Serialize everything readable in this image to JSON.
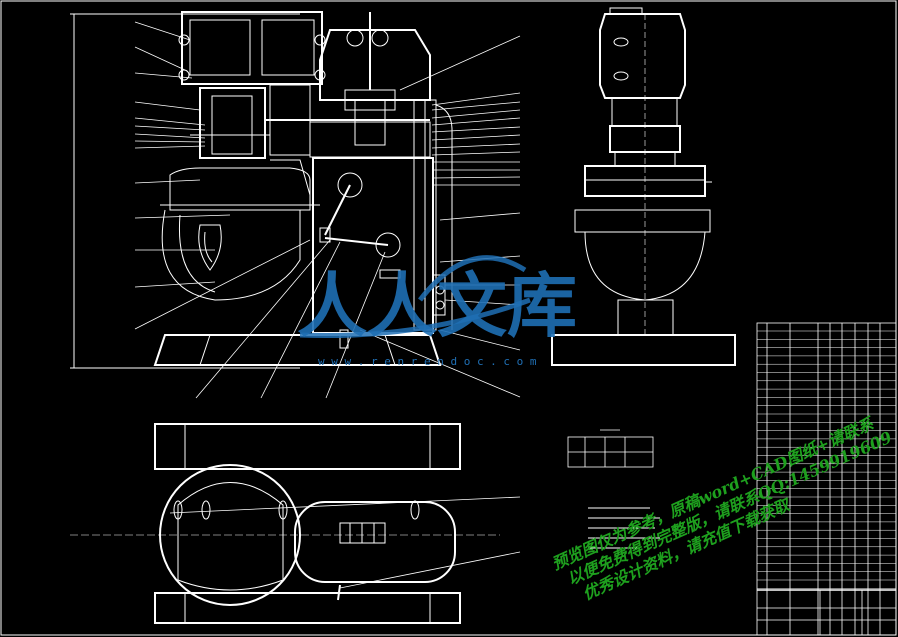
{
  "watermark": {
    "logo_text": "人人文库",
    "site": "w w w . r e n r e n d o c . c o m",
    "promo_line1": "预览图仅为参考，原稿word+CAD图纸+请联系",
    "promo_line2": "以便免费得到完整版，请联系QQ:1459919609",
    "promo_line3": "优秀设计资料，请充值下载获取"
  },
  "colors": {
    "background": "#000000",
    "lines": "#ffffff",
    "logo": "#1f6fb4",
    "promo": "#1ea01e"
  }
}
